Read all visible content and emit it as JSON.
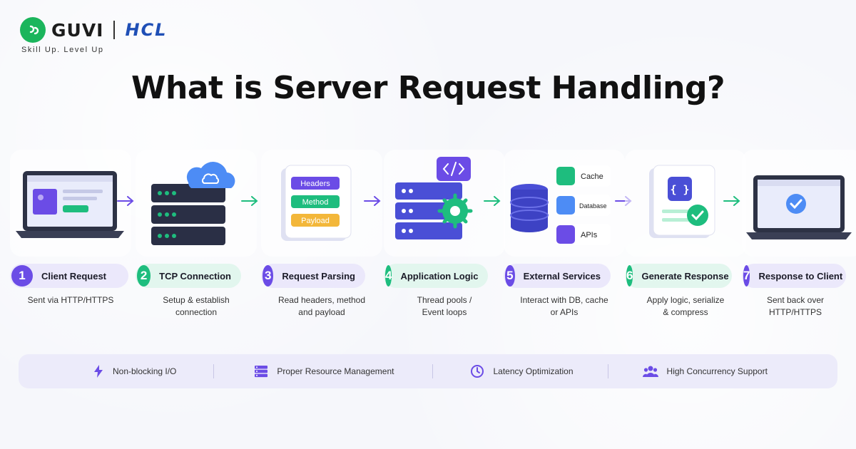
{
  "brand": {
    "name": "GUVI",
    "partner": "HCL",
    "tagline": "Skill Up. Level Up",
    "color_primary": "#1bb55c",
    "color_partner": "#1f4fb6"
  },
  "title": "What is Server Request Handling?",
  "steps": [
    {
      "number": "1",
      "label": "Client Request",
      "description": [
        "Sent via HTTP/HTTPS"
      ],
      "accent": "purple",
      "icon": "laptop-icon"
    },
    {
      "number": "2",
      "label": "TCP Connection",
      "description": [
        "Setup & establish",
        "connection"
      ],
      "accent": "green",
      "icon": "server-cloud-icon"
    },
    {
      "number": "3",
      "label": "Request Parsing",
      "description": [
        "Read headers, method",
        "and payload"
      ],
      "accent": "purple",
      "icon": "parse-stack-icon",
      "tags": [
        "Headers",
        "Method",
        "Payload"
      ]
    },
    {
      "number": "4",
      "label": "Application Logic",
      "description": [
        "Thread pools /",
        "Event loops"
      ],
      "accent": "green",
      "icon": "server-gear-icon"
    },
    {
      "number": "5",
      "label": "External Services",
      "description": [
        "Interact with DB, cache",
        "or APIs"
      ],
      "accent": "purple",
      "icon": "database-icon",
      "services": [
        "Cache",
        "Database",
        "APIs"
      ]
    },
    {
      "number": "6",
      "label": "Generate Response",
      "description": [
        "Apply logic, serialize",
        "& compress"
      ],
      "accent": "green",
      "icon": "code-document-icon"
    },
    {
      "number": "7",
      "label": "Response to Client",
      "description": [
        "Sent back over",
        "HTTP/HTTPS"
      ],
      "accent": "purple",
      "icon": "laptop-check-icon"
    }
  ],
  "features": [
    {
      "label": "Non-blocking I/O",
      "icon": "lightning-icon"
    },
    {
      "label": "Proper Resource Management",
      "icon": "server-stack-icon"
    },
    {
      "label": "Latency Optimization",
      "icon": "clock-icon"
    },
    {
      "label": "High Concurrency Support",
      "icon": "users-icon"
    }
  ],
  "colors": {
    "purple": "#6b4ce6",
    "green": "#1ebd7e",
    "navy": "#2a2f45"
  }
}
